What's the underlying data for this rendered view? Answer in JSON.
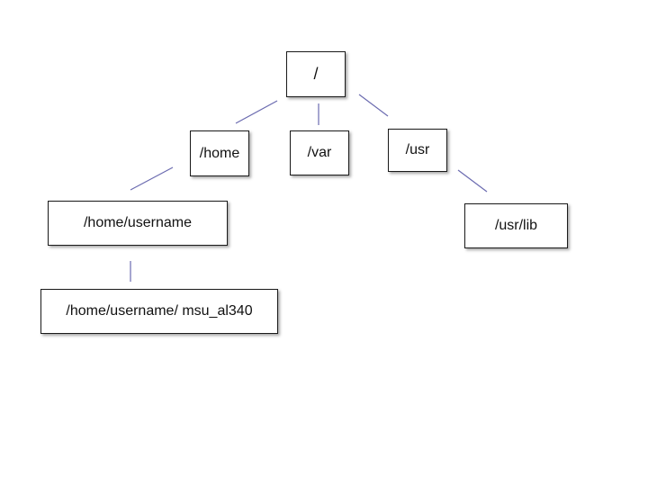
{
  "diagram": {
    "nodes": {
      "root": "/",
      "home": "/home",
      "var": "/var",
      "usr": "/usr",
      "home_username": "/home/username",
      "usr_lib": "/usr/lib",
      "home_username_msu": "/home/username/ msu_al340"
    },
    "edges": [
      [
        "/",
        "/home"
      ],
      [
        "/",
        "/var"
      ],
      [
        "/",
        "/usr"
      ],
      [
        "/home",
        "/home/username"
      ],
      [
        "/usr",
        "/usr/lib"
      ],
      [
        "/home/username",
        "/home/username/ msu_al340"
      ]
    ],
    "connector_color": "#6b6bb0",
    "box_border_color": "#1a1a1a"
  }
}
